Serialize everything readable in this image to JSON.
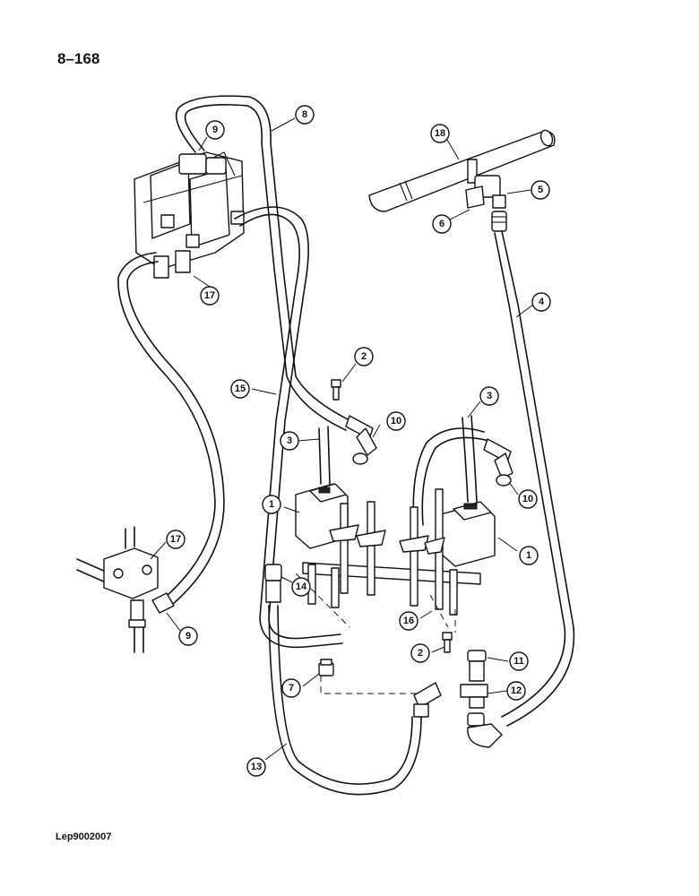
{
  "page_number": "8–168",
  "reference_code": "Lep9002007",
  "callouts": {
    "c1a": "1",
    "c1b": "1",
    "c2a": "2",
    "c2b": "2",
    "c3a": "3",
    "c3b": "3",
    "c4": "4",
    "c5": "5",
    "c6": "6",
    "c7": "7",
    "c8": "8",
    "c9a": "9",
    "c9b": "9",
    "c10a": "10",
    "c10b": "10",
    "c11": "11",
    "c12": "12",
    "c13": "13",
    "c14": "14",
    "c15": "15",
    "c16": "16",
    "c17a": "17",
    "c17b": "17",
    "c18": "18"
  }
}
